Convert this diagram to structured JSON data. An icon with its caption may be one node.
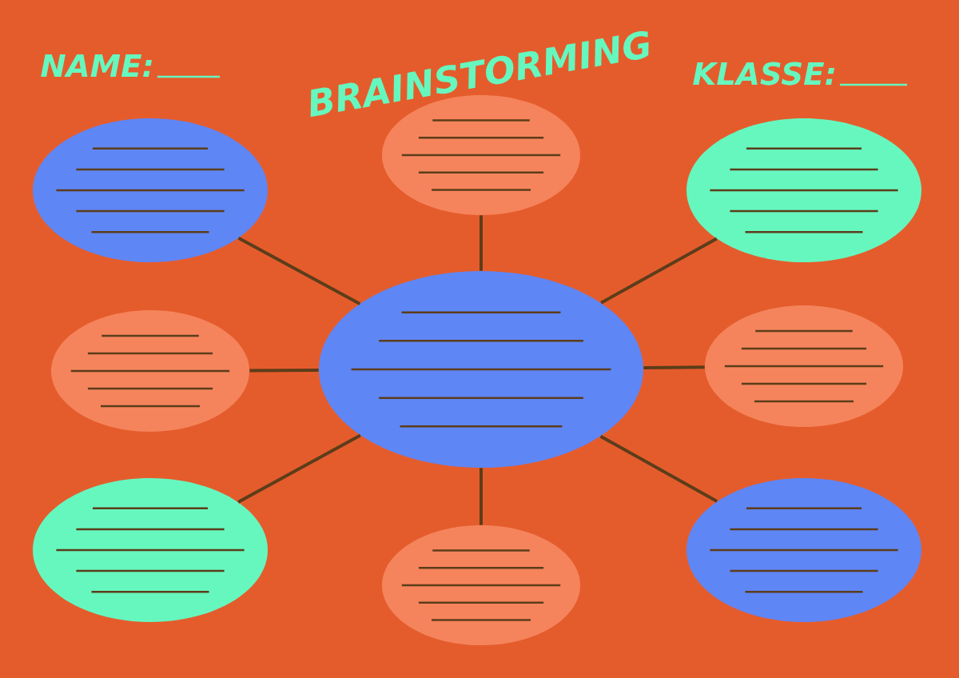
{
  "diagram": {
    "title": "BRAINSTORMING",
    "nodes": [
      {
        "text": [],
        "shape": "ellipse"
      },
      {
        "text": [],
        "shape": "ellipse"
      },
      {
        "text": [],
        "shape": "ellipse"
      },
      {
        "text": [],
        "shape": "ellipse"
      },
      {
        "text": [],
        "shape": "ellipse"
      },
      {
        "text": [],
        "shape": "ellipse"
      },
      {
        "text": [],
        "shape": "ellipse"
      },
      {
        "text": [],
        "shape": "ellipse"
      },
      {
        "text": [],
        "shape": "ellipse"
      }
    ],
    "edges": [
      {
        "from": 4,
        "to": 0,
        "arrow": "none"
      },
      {
        "from": 4,
        "to": 1,
        "arrow": "none"
      },
      {
        "from": 4,
        "to": 2,
        "arrow": "none"
      },
      {
        "from": 4,
        "to": 3,
        "arrow": "none"
      },
      {
        "from": 4,
        "to": 5,
        "arrow": "none"
      },
      {
        "from": 4,
        "to": 6,
        "arrow": "none"
      },
      {
        "from": 4,
        "to": 7,
        "arrow": "none"
      },
      {
        "from": 4,
        "to": 8,
        "arrow": "none"
      }
    ],
    "labels": [
      "NAME:",
      "KLASSE:"
    ]
  }
}
